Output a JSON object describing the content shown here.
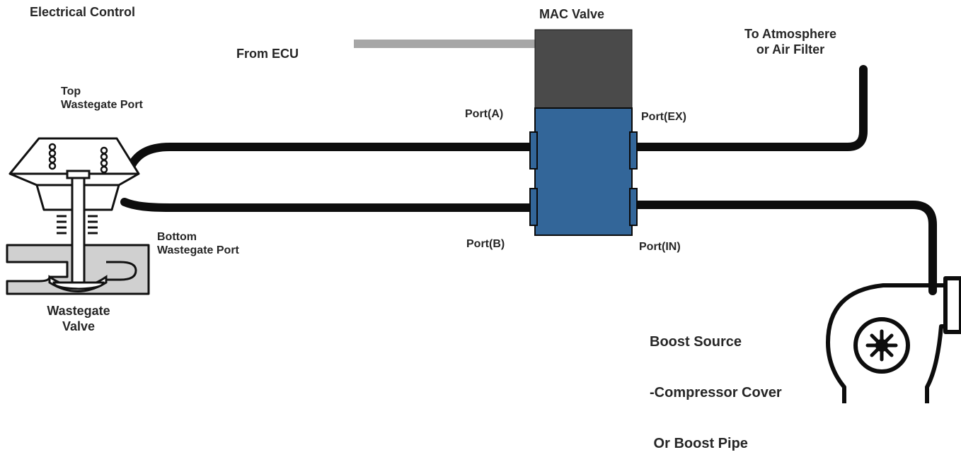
{
  "labels": {
    "electrical_control": "Electrical Control",
    "mac_valve": "MAC Valve",
    "from_ecu": "From ECU",
    "to_atmosphere_line1": "To Atmosphere",
    "to_atmosphere_line2": "or Air Filter",
    "top_port_line1": "Top",
    "top_port_line2": "Wastegate Port",
    "bottom_port_line1": "Bottom",
    "bottom_port_line2": "Wastegate Port",
    "port_a": "Port(A)",
    "port_ex": "Port(EX)",
    "port_b": "Port(B)",
    "port_in": "Port(IN)",
    "wastegate_line1": "Wastegate",
    "wastegate_line2": "Valve",
    "boost_line1": "Boost Source",
    "boost_line2": "-Compressor Cover",
    "boost_line3": " Or Boost Pipe"
  },
  "colors": {
    "hose": "#0d0d0d",
    "valve_body": "#336699",
    "valve_solenoid": "#4a4a4a",
    "ecu_wire": "#a6a6a6",
    "housing_fill": "#d0d0d0",
    "text": "#262626"
  }
}
